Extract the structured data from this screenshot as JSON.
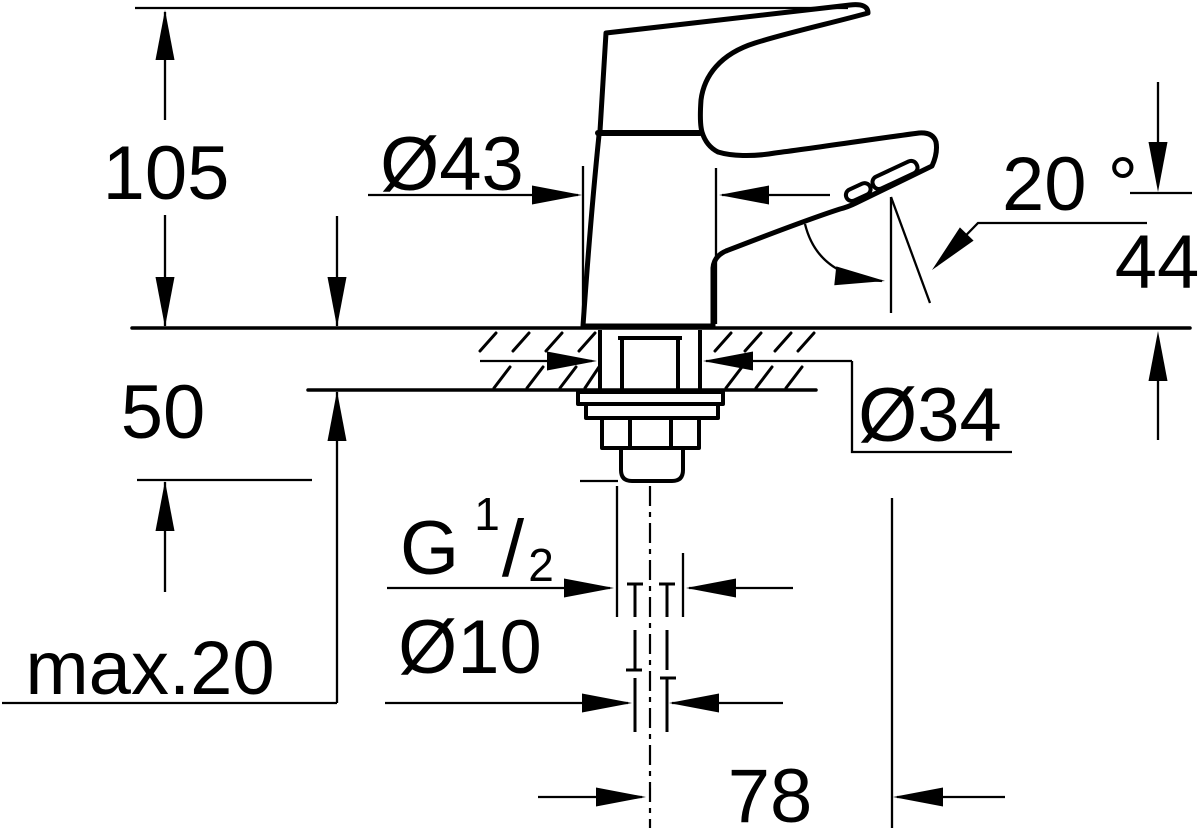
{
  "drawing": {
    "type": "faucet installation technical drawing",
    "background_color": "#ffffff",
    "line_color": "#000000",
    "dimensions": {
      "overall_height": "105",
      "base_diameter": "Ø43",
      "spout_angle": "20 °",
      "outlet_height": "44",
      "below_deck_length": "50",
      "hole_diameter": "Ø34",
      "max_deck_thickness": "max.20",
      "supply_pipe_diameter": "Ø10",
      "spout_reach": "78",
      "thread": {
        "prefix": "G",
        "numerator": "1",
        "slash": "/",
        "denominator": "2"
      }
    }
  }
}
